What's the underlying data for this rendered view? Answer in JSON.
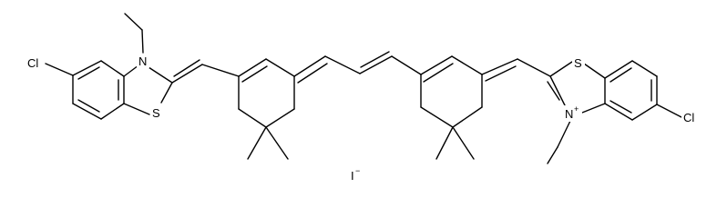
{
  "molecule": {
    "atoms": {
      "cl_left": "Cl",
      "n_left": "N",
      "s_left": "S",
      "s_right": "S",
      "n_right": "N",
      "n_right_charge": "+",
      "cl_right": "Cl",
      "iodide": "I",
      "iodide_charge": "−"
    },
    "colors": {
      "stroke": "#000000",
      "background": "#ffffff"
    }
  }
}
